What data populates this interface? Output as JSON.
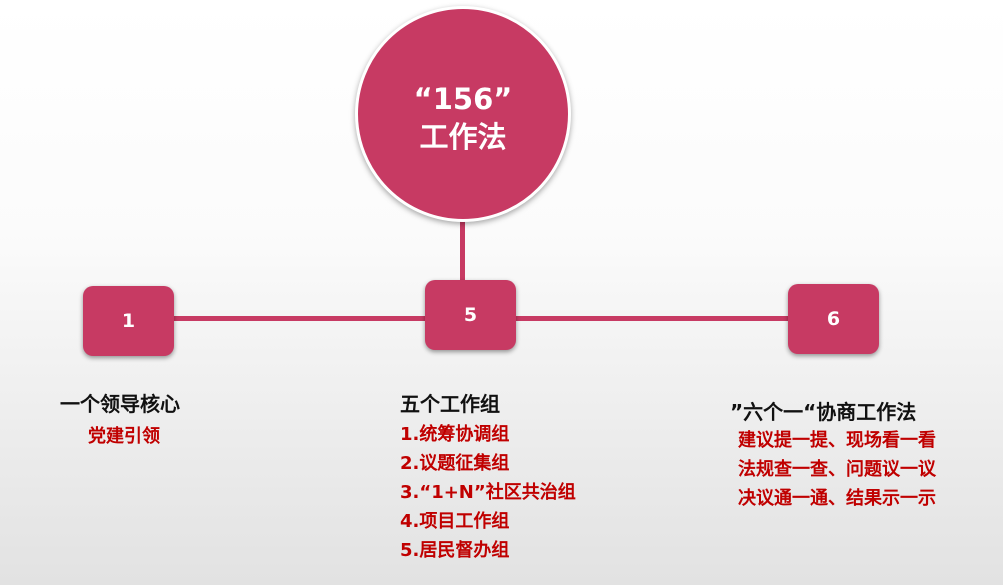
{
  "center": {
    "title": "“156”",
    "subtitle": "工作法"
  },
  "nodes": [
    {
      "number": "1",
      "heading": "一个领导核心",
      "items": [
        "党建引领"
      ]
    },
    {
      "number": "5",
      "heading": "五个工作组",
      "items": [
        "1.统筹协调组",
        "2.议题征集组",
        "3.“1+N”社区共治组",
        "4.项目工作组",
        "5.居民督办组"
      ]
    },
    {
      "number": "6",
      "heading": "”六个一“协商工作法",
      "items": [
        "建议提一提、现场看一看",
        "法规查一查、问题议一议",
        "决议通一通、结果示一示"
      ]
    }
  ],
  "colors": {
    "accent": "#c73a63",
    "item_text": "#c00000",
    "heading_text": "#111111"
  }
}
